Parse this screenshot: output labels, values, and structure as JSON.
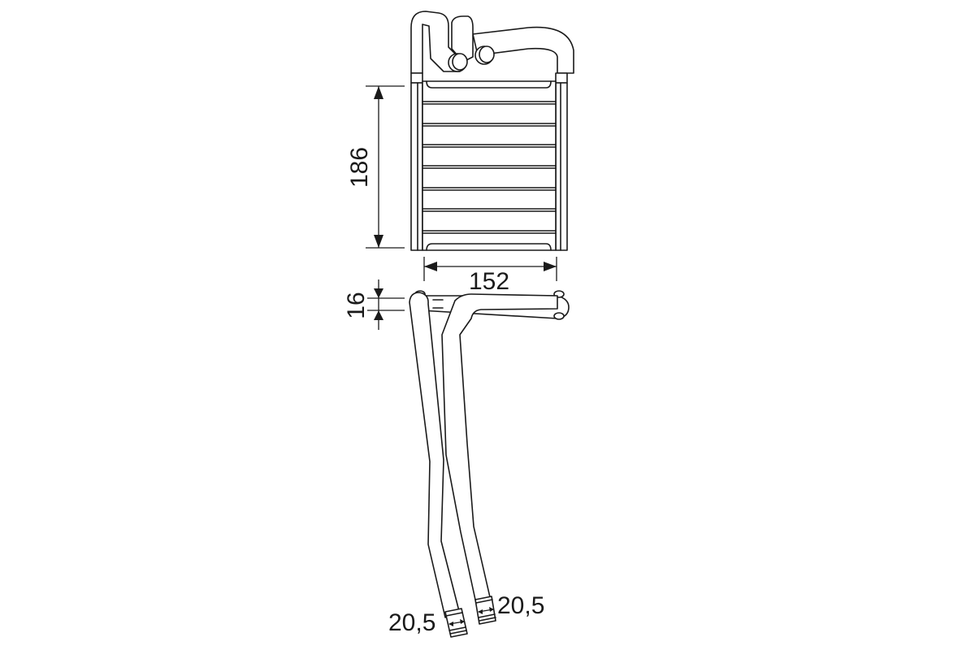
{
  "diagram": {
    "subject": "heater core (heat exchanger) technical drawing",
    "views": [
      "front view",
      "top view with inlet/outlet pipes"
    ],
    "dimensions": {
      "height": "186",
      "width": "152",
      "depth": "16",
      "pipe_left_diameter": "20,5",
      "pipe_right_diameter": "20,5"
    },
    "line_color": "#1a1a1a",
    "background": "#ffffff"
  }
}
